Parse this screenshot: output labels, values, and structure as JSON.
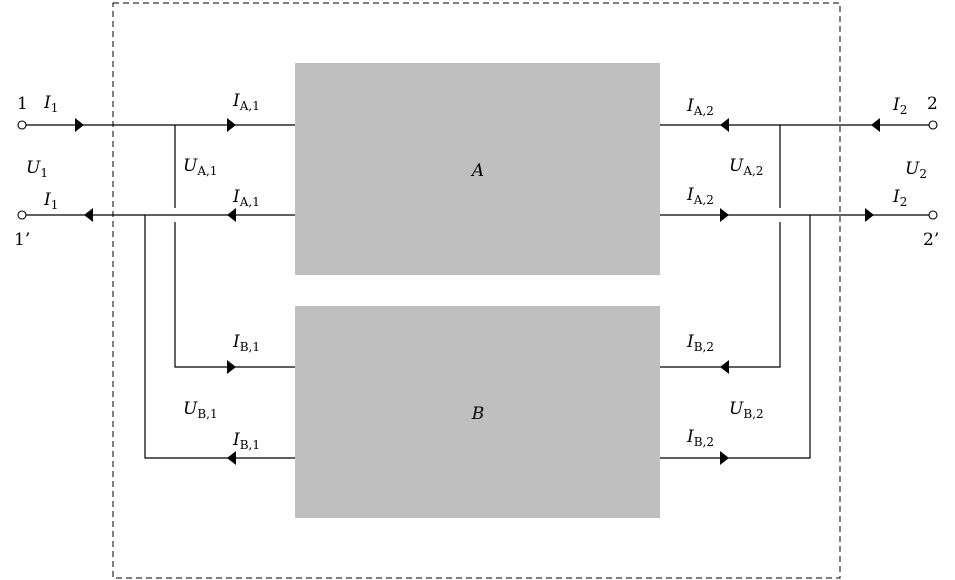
{
  "blocks": {
    "a": "A",
    "b": "B"
  },
  "terminals": {
    "t1": "1",
    "t1p": "1’",
    "t2": "2",
    "t2p": "2’"
  },
  "labels": {
    "I1_top": {
      "main": "I",
      "sub": "1"
    },
    "I1_bot": {
      "main": "I",
      "sub": "1"
    },
    "I2_top": {
      "main": "I",
      "sub": "2"
    },
    "I2_bot": {
      "main": "I",
      "sub": "2"
    },
    "U1": {
      "main": "U",
      "sub": "1"
    },
    "U2": {
      "main": "U",
      "sub": "2"
    },
    "IA1_top": {
      "main": "I",
      "sub": "A,1"
    },
    "IA1_bot": {
      "main": "I",
      "sub": "A,1"
    },
    "IA2_top": {
      "main": "I",
      "sub": "A,2"
    },
    "IA2_bot": {
      "main": "I",
      "sub": "A,2"
    },
    "UA1": {
      "main": "U",
      "sub": "A,1"
    },
    "UA2": {
      "main": "U",
      "sub": "A,2"
    },
    "IB1_top": {
      "main": "I",
      "sub": "B,1"
    },
    "IB1_bot": {
      "main": "I",
      "sub": "B,1"
    },
    "IB2_top": {
      "main": "I",
      "sub": "B,2"
    },
    "IB2_bot": {
      "main": "I",
      "sub": "B,2"
    },
    "UB1": {
      "main": "U",
      "sub": "B,1"
    },
    "UB2": {
      "main": "U",
      "sub": "B,2"
    }
  }
}
